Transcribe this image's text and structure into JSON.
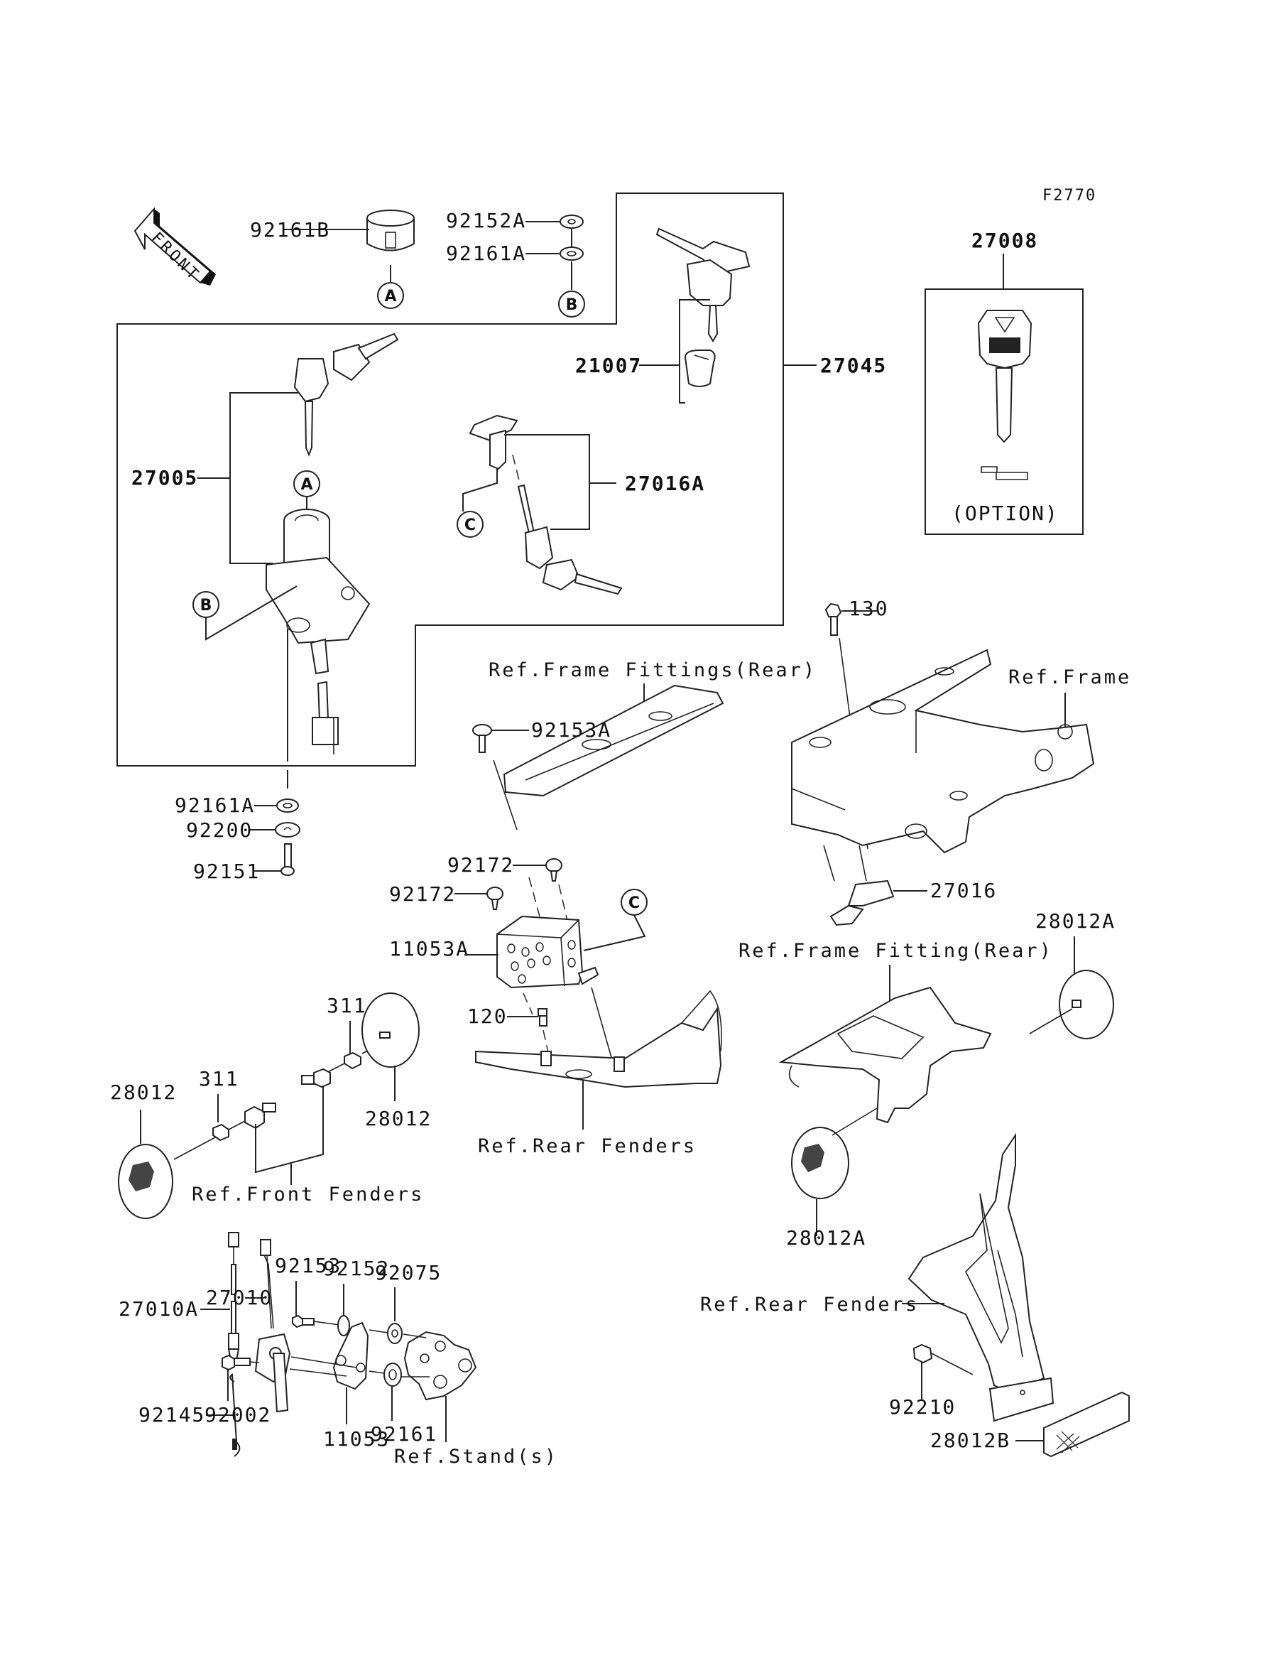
{
  "figure_code": "F2770",
  "front_indicator": "FRONT",
  "callout_letters": [
    "A",
    "B",
    "C"
  ],
  "part_labels": {
    "p92161B": "92161B",
    "p92152A": "92152A",
    "p92161A_top": "92161A",
    "p27008": "27008",
    "option_note": "(OPTION)",
    "p21007": "21007",
    "p27045": "27045",
    "p27005": "27005",
    "p27016A": "27016A",
    "p92161A_bottom": "92161A",
    "p92200": "92200",
    "p92151": "92151",
    "p130": "130",
    "p92153A": "92153A",
    "p92172_a": "92172",
    "p92172_b": "92172",
    "p11053A": "11053A",
    "p120": "120",
    "p27016": "27016",
    "p28012A_top": "28012A",
    "p311_a": "311",
    "p311_b": "311",
    "p28012_left": "28012",
    "p28012_right": "28012",
    "p28012A_bottom": "28012A",
    "p27010A": "27010A",
    "p27010": "27010",
    "p92153": "92153",
    "p92152": "92152",
    "p92075": "92075",
    "p92145": "92145",
    "p92002": "92002",
    "p11053": "11053",
    "p92161": "92161",
    "p92210": "92210",
    "p28012B": "28012B"
  },
  "reference_labels": {
    "frame_fittings_rear": "Ref.Frame Fittings(Rear)",
    "frame": "Ref.Frame",
    "frame_fitting_rear": "Ref.Frame Fitting(Rear)",
    "rear_fenders_center": "Ref.Rear Fenders",
    "front_fenders": "Ref.Front Fenders",
    "rear_fenders_right": "Ref.Rear Fenders",
    "stands": "Ref.Stand(s)"
  }
}
